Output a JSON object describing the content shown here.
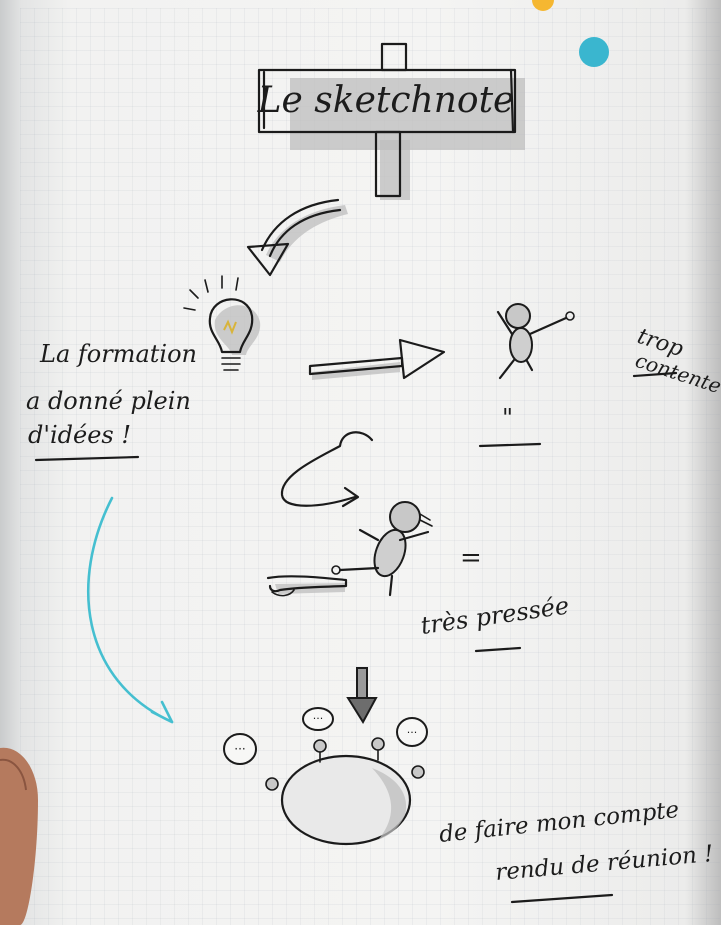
{
  "title": "Le sketchnote",
  "left_note": [
    "La formation",
    "a donné plein",
    "d'idées !"
  ],
  "right_note": [
    "trop",
    "contente !"
  ],
  "ditto": "\"",
  "equals": "=",
  "middle_note": "très pressée",
  "bottom_note": [
    "de faire mon compte",
    "rendu de réunion !"
  ],
  "icons": [
    "signpost-icon",
    "lightbulb-icon",
    "stick-figure-happy-icon",
    "stick-figure-running-icon",
    "meeting-table-icon",
    "speech-bubble-icon",
    "arrow-icon"
  ],
  "colors": {
    "ink": "#1b1b1b",
    "teal_arrow": "#45bfd0",
    "teal_dot": "#3ab6cf",
    "yellow_dot": "#f5b731",
    "paper": "#f4f4f3"
  }
}
